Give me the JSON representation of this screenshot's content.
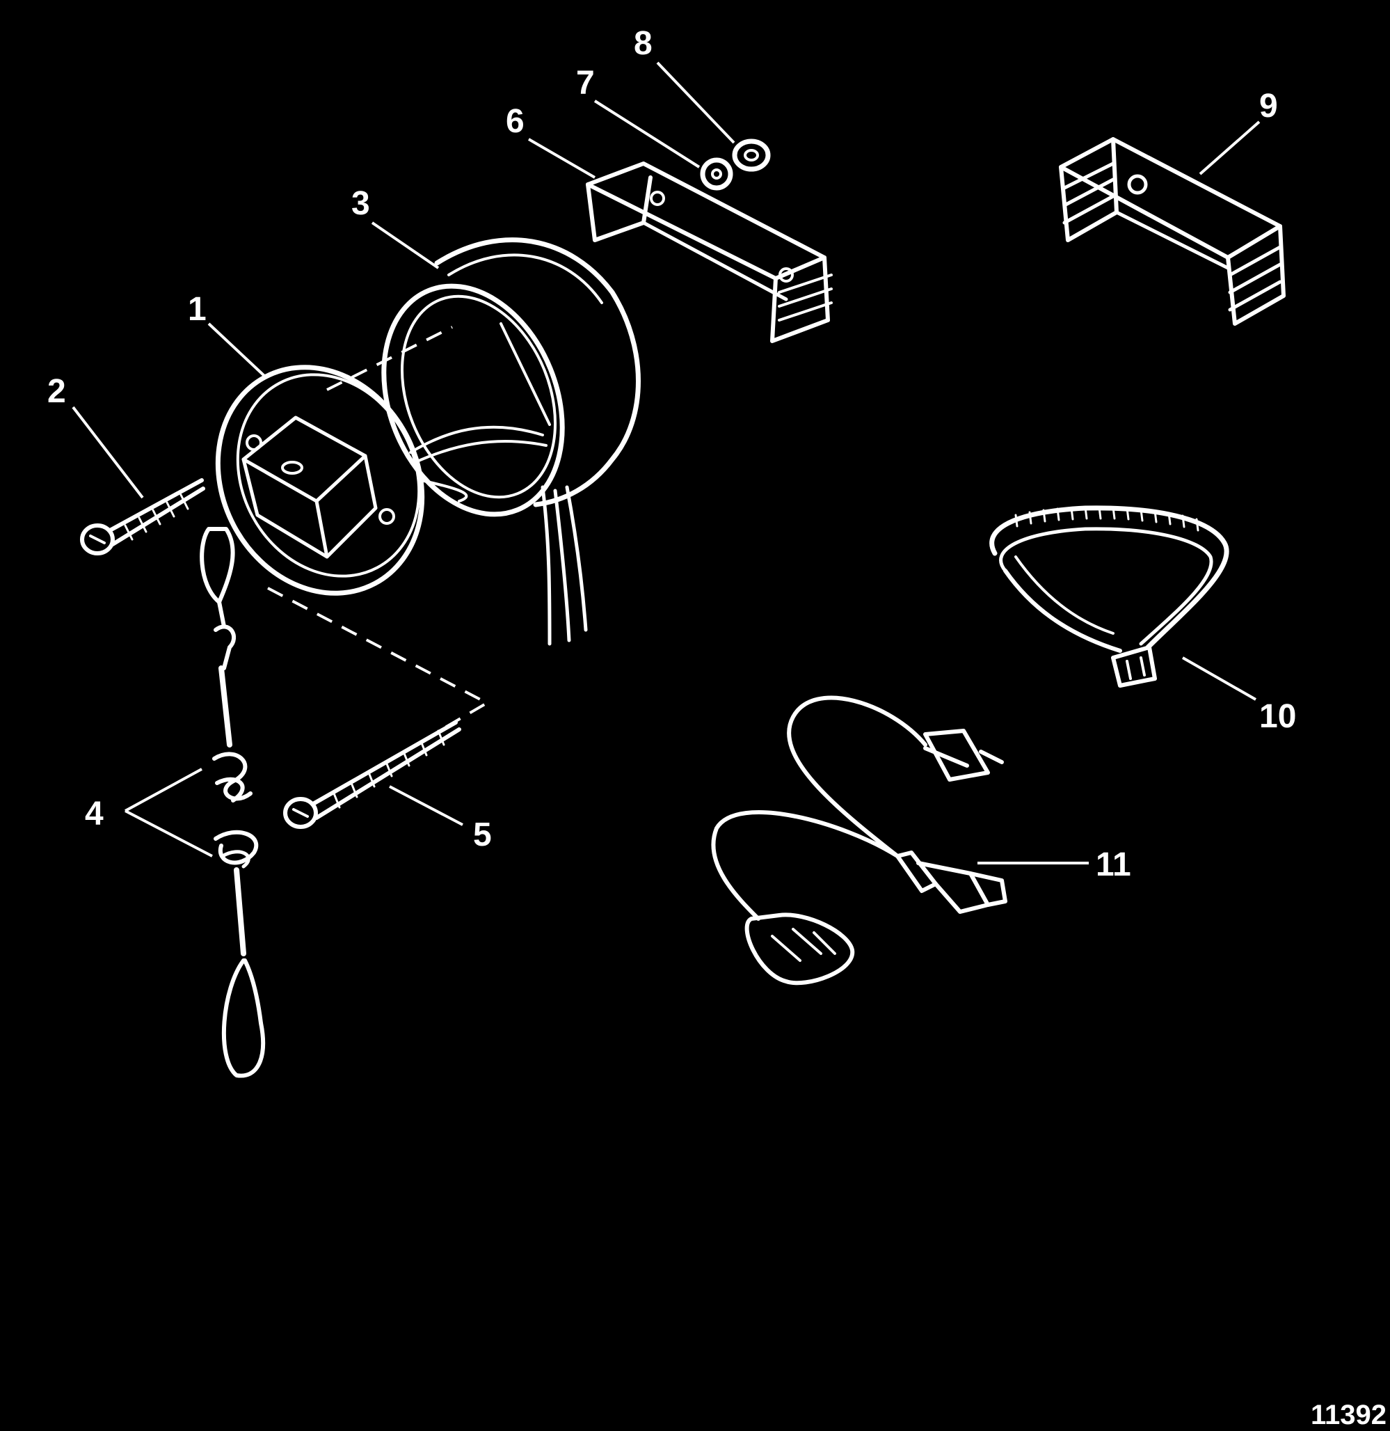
{
  "diagram": {
    "figure_number": "11392",
    "callouts": [
      {
        "id": "1",
        "label": "1"
      },
      {
        "id": "2",
        "label": "2"
      },
      {
        "id": "3",
        "label": "3"
      },
      {
        "id": "4",
        "label": "4"
      },
      {
        "id": "5",
        "label": "5"
      },
      {
        "id": "6",
        "label": "6"
      },
      {
        "id": "7",
        "label": "7"
      },
      {
        "id": "8",
        "label": "8"
      },
      {
        "id": "9",
        "label": "9"
      },
      {
        "id": "10",
        "label": "10"
      },
      {
        "id": "11",
        "label": "11"
      }
    ]
  }
}
